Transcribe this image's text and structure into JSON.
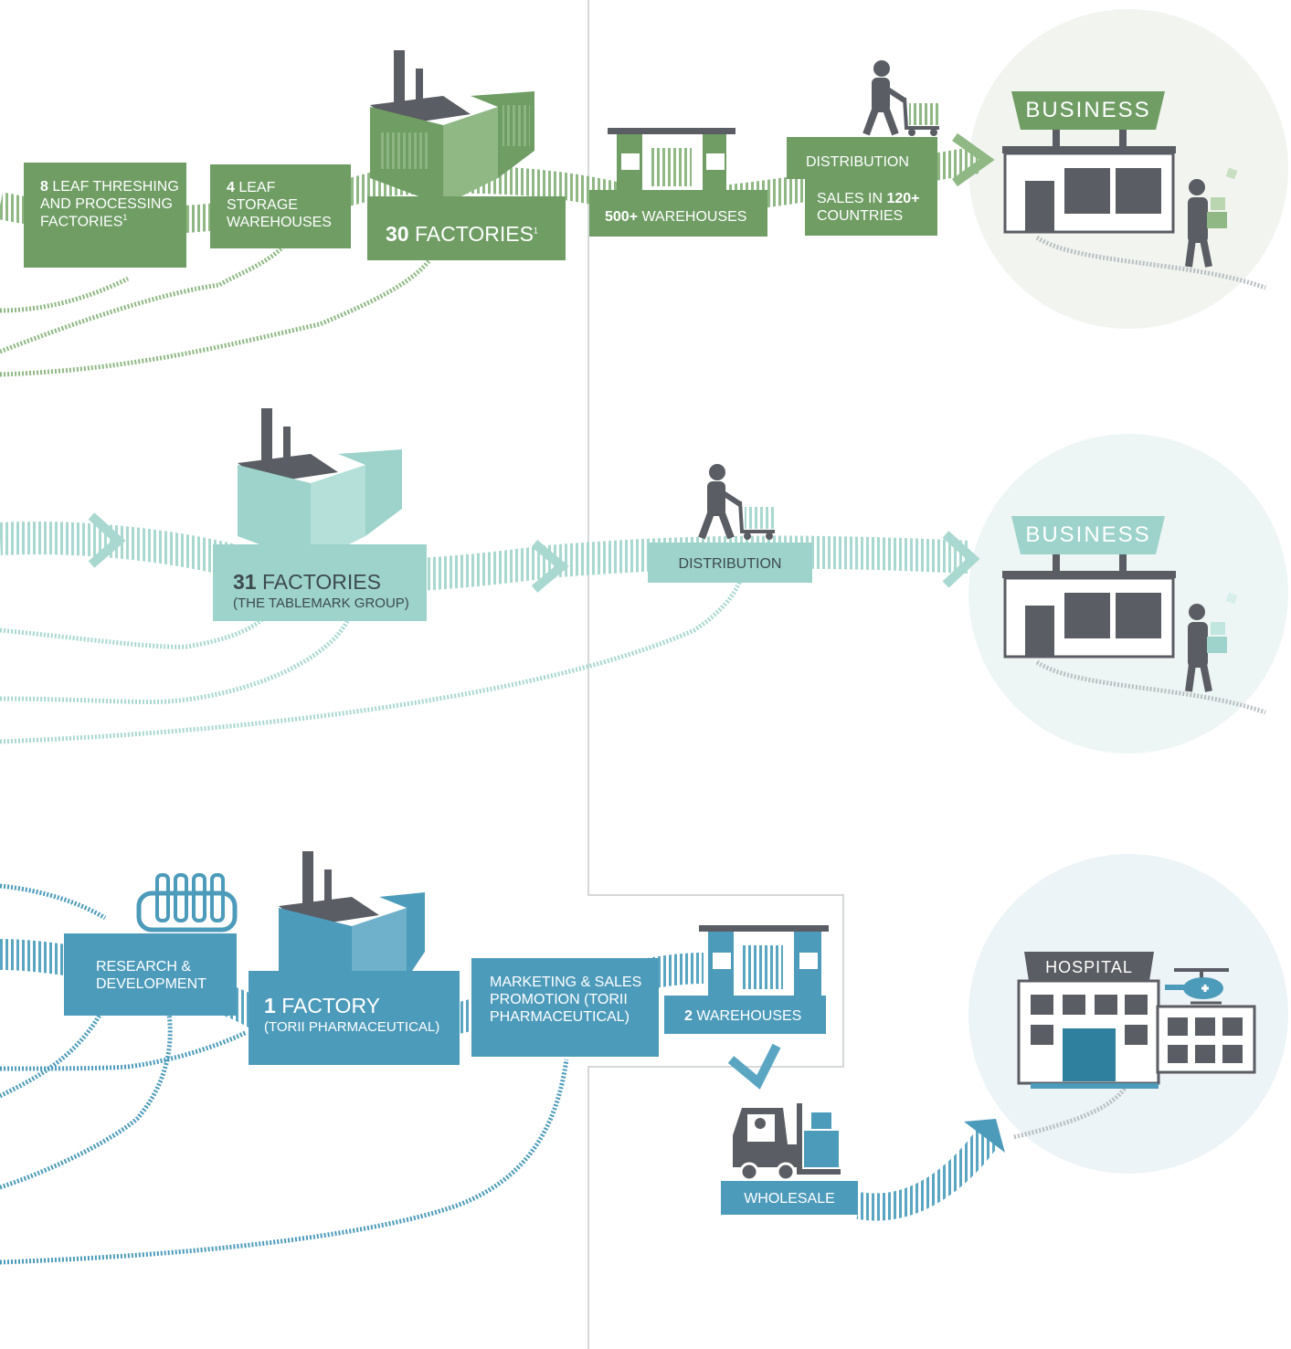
{
  "tobacco": {
    "threshing": {
      "count": "8",
      "label": "LEAF THRESHING AND PROCESSING FACTORIES",
      "note": "1"
    },
    "storage": {
      "count": "4",
      "label": "LEAF STORAGE WAREHOUSES"
    },
    "factories": {
      "count": "30",
      "label": "FACTORIES",
      "note": "1"
    },
    "warehouses": {
      "count": "500+",
      "label": "WAREHOUSES"
    },
    "distribution": {
      "label": "DISTRIBUTION"
    },
    "sales": {
      "prefix": "SALES IN",
      "count": "120+",
      "suffix": "COUNTRIES"
    },
    "business_sign": "BUSINESS"
  },
  "food": {
    "factories": {
      "count": "31",
      "label": "FACTORIES",
      "sub": "(THE TABLEMARK GROUP)"
    },
    "distribution": {
      "label": "DISTRIBUTION"
    },
    "business_sign": "BUSINESS"
  },
  "pharma": {
    "rnd": {
      "label": "RESEARCH & DEVELOPMENT"
    },
    "factory": {
      "count": "1",
      "label": "FACTORY",
      "sub": "(TORII PHARMACEUTICAL)"
    },
    "marketing": {
      "label": "MARKETING & SALES PROMOTION (TORII PHARMACEUTICAL)"
    },
    "warehouses": {
      "count": "2",
      "label": "WAREHOUSES"
    },
    "wholesale": {
      "label": "WHOLESALE"
    },
    "hospital_sign": "HOSPITAL"
  },
  "colors": {
    "tobacco": "#6f9d64",
    "food": "#9dd3ca",
    "pharma": "#4d9bbb",
    "icon": "#5a5d63"
  }
}
